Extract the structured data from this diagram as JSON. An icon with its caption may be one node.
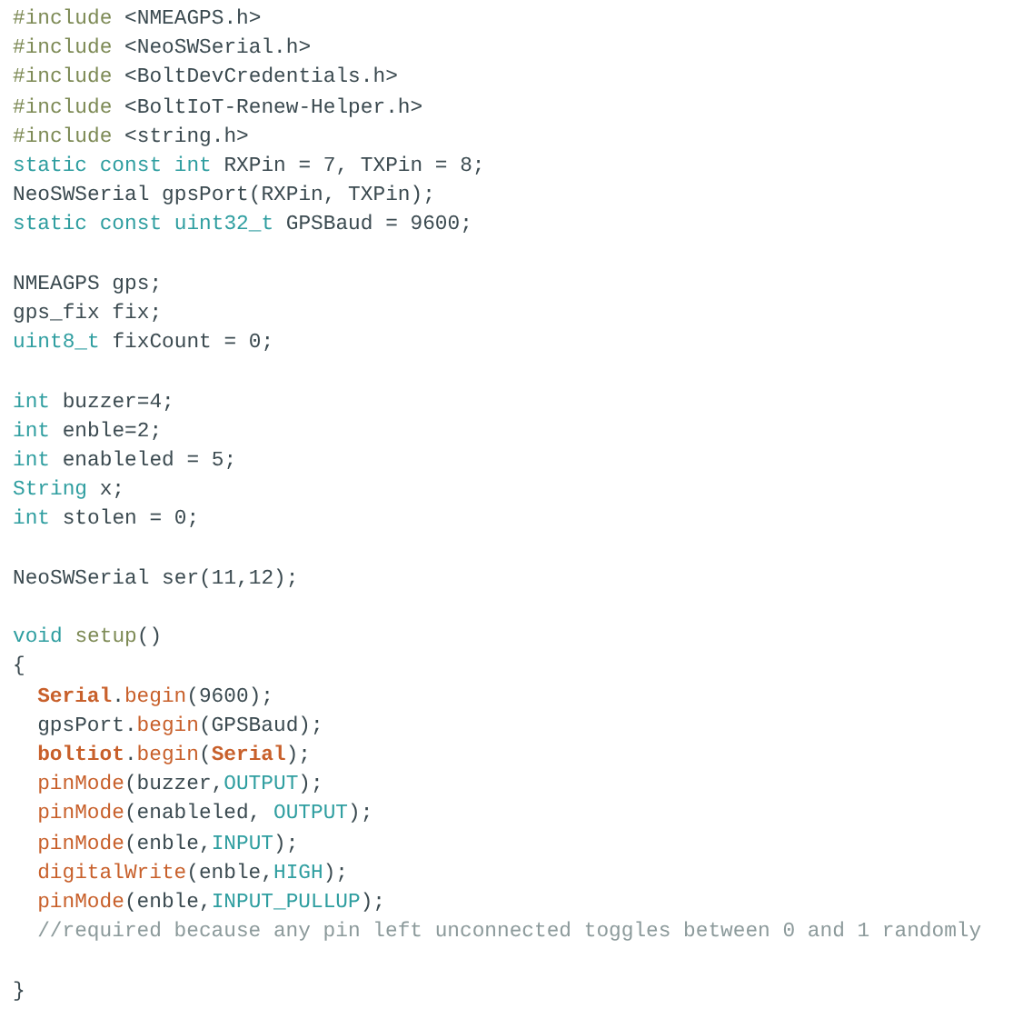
{
  "diagram": {
    "labels": [
      "#include <NMEAGPS.h>",
      "#include <NeoSWSerial.h>",
      "#include <BoltDevCredentials.h>",
      "#include <BoltIoT-Renew-Helper.h>",
      "#include <string.h>",
      "static const int RXPin = 7, TXPin = 8;",
      "NeoSWSerial gpsPort(RXPin, TXPin);",
      "static const uint32_t GPSBaud = 9600;",
      "NMEAGPS gps;",
      "gps_fix fix;",
      "uint8_t fixCount = 0;",
      "int buzzer=4;",
      "int enble=2;",
      "int enableled = 5;",
      "String x;",
      "int stolen = 0;",
      "NeoSWSerial ser(11,12);",
      "void setup()",
      "{",
      "Serial.begin(9600);",
      "gpsPort.begin(GPSBaud);",
      "boltiot.begin(Serial);",
      "pinMode(buzzer,OUTPUT);",
      "pinMode(enableled, OUTPUT);",
      "pinMode(enble,INPUT);",
      "digitalWrite(enble,HIGH);",
      "pinMode(enble,INPUT_PULLUP);",
      "//required because any pin left unconnected toggles between 0 and 1 randomly",
      "}"
    ]
  }
}
